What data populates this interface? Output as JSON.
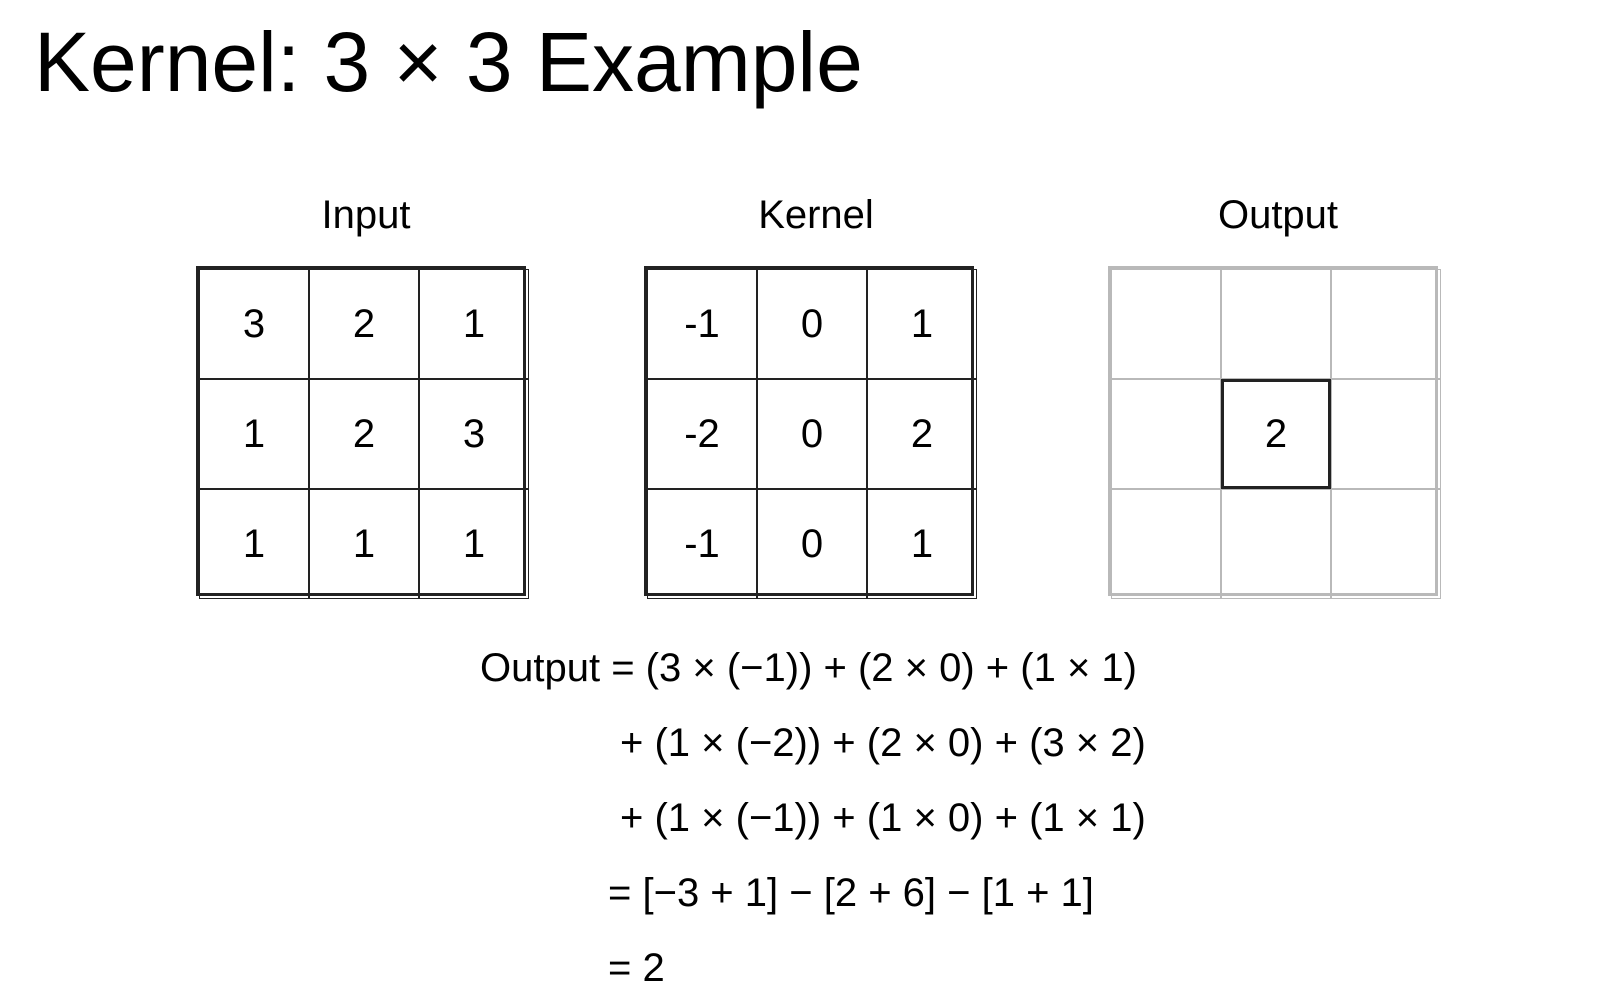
{
  "title": "Kernel: 3 × 3 Example",
  "grids": {
    "input": {
      "label": "Input",
      "cells": [
        "3",
        "2",
        "1",
        "1",
        "2",
        "3",
        "1",
        "1",
        "1"
      ]
    },
    "kernel": {
      "label": "Kernel",
      "cells": [
        "-1",
        "0",
        "1",
        "-2",
        "0",
        "2",
        "-1",
        "0",
        "1"
      ]
    },
    "output": {
      "label": "Output",
      "cells": [
        "",
        "",
        "",
        "",
        "2",
        "",
        "",
        "",
        ""
      ]
    }
  },
  "equation": [
    "Output = (3 × (−1)) + (2 × 0) + (1 × 1)",
    "+ (1 × (−2)) + (2 × 0) + (3 × 2)",
    "+ (1 × (−1)) + (1 × 0) + (1 × 1)",
    "= [−3 + 1] − [2 + 6] − [1 + 1]",
    "= 2"
  ]
}
